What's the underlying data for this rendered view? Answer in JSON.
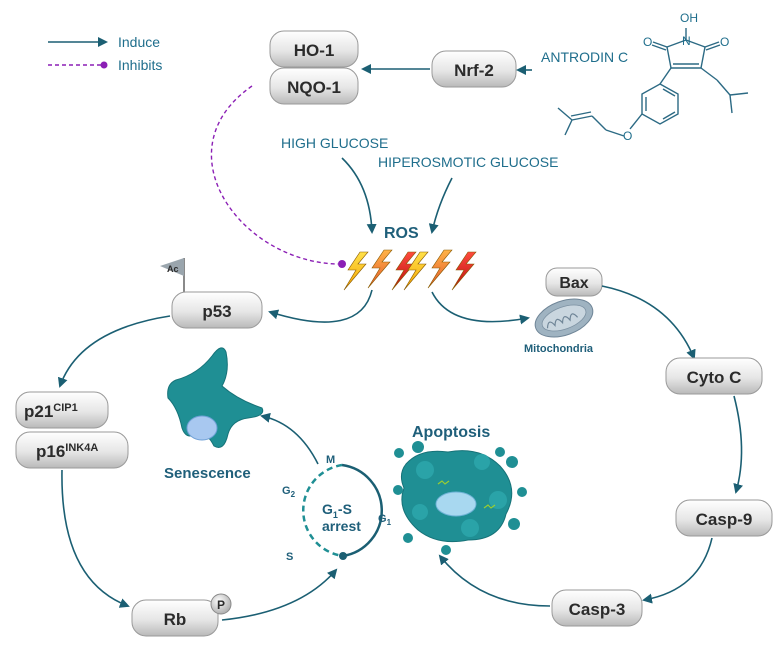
{
  "legend": {
    "induce": "Induce",
    "inhibits": "Inhibits"
  },
  "nodes": {
    "ho1": "HO-1",
    "nqo1": "NQO-1",
    "nrf2": "Nrf-2",
    "antrodin": "ANTRODIN C",
    "high_glucose": "HIGH GLUCOSE",
    "hiperosmotic": "HIPEROSMOTIC GLUCOSE",
    "ros": "ROS",
    "p53": "p53",
    "ac": "Ac",
    "p21_base": "p21",
    "p21_sup": "CIP1",
    "p16_base": "p16",
    "p16_sup": "INK4A",
    "rb": "Rb",
    "phos": "P",
    "bax": "Bax",
    "mitochondria": "Mitochondria",
    "cytoc": "Cyto C",
    "casp9": "Casp-9",
    "casp3": "Casp-3",
    "apoptosis": "Apoptosis",
    "senescence": "Senescence",
    "arrest_g": "G",
    "arrest_sub": "1",
    "arrest_s": "-S",
    "arrest_word": "arrest",
    "phase_m": "M",
    "phase_g2": "G",
    "phase_g2_sub": "2",
    "phase_g1": "G",
    "phase_g1_sub": "1",
    "phase_s": "S"
  },
  "molecule": {
    "atoms": {
      "oh": "OH",
      "n": "N",
      "o_left": "O",
      "o_right": "O",
      "o_ether": "O"
    }
  },
  "colors": {
    "arrow": "#1b5f73",
    "inhibit": "#8b1fb5",
    "teal_cell": "#1f8f94",
    "label": "#1f6e8c"
  }
}
